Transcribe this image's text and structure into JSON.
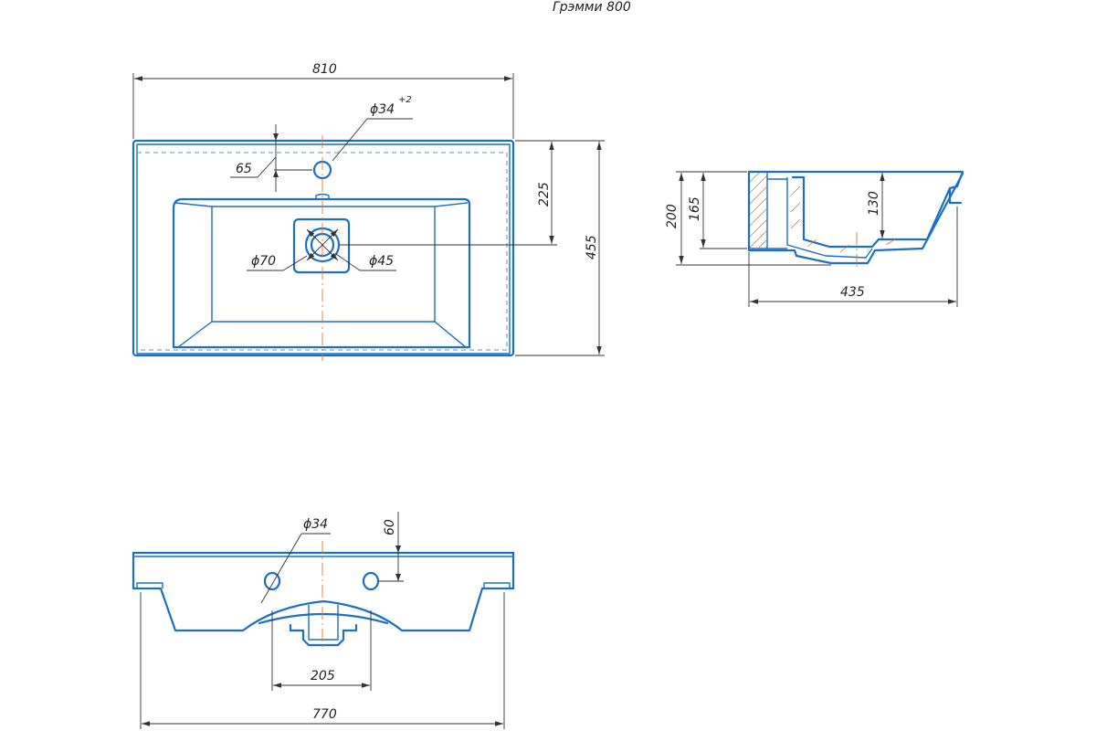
{
  "title": "Грэмми 800",
  "top_view": {
    "width_label": "810",
    "faucet_hole_label": "ϕ34",
    "faucet_hole_tolerance": "+2",
    "edge_offset_label": "65",
    "drain_center_label": "225",
    "depth_label": "455",
    "outer_drain_label": "ϕ70",
    "inner_drain_label": "ϕ45"
  },
  "side_view": {
    "total_height_label": "200",
    "rim_height_label": "165",
    "bowl_depth_label": "130",
    "side_depth_label": "435"
  },
  "front_view": {
    "hole_label": "ϕ34",
    "hole_offset_label": "60",
    "mount_width_label": "205",
    "base_width_label": "770"
  }
}
